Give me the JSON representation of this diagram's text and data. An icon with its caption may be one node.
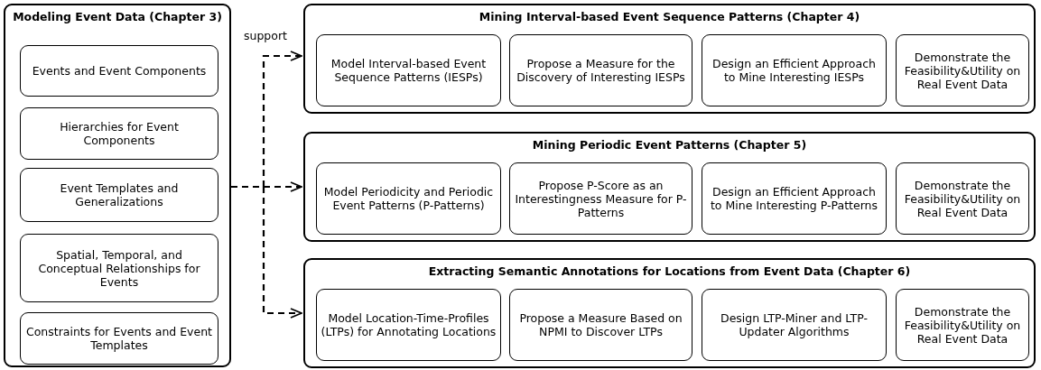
{
  "diagram": {
    "nodes": [
      {
        "text": [
          "Modeling Event Data (Chapter 3)"
        ]
      },
      {
        "text": [
          "Events and Event Components"
        ],
        "in": 0
      },
      {
        "text": [
          "Hierarchies for Event Components"
        ],
        "in": 0
      },
      {
        "text": [
          "Event Templates and Generalizations"
        ],
        "in": 0
      },
      {
        "text": [
          "Spatial, Temporal, and Conceptual Relationships for Events"
        ],
        "in": 0
      },
      {
        "text": [
          "Constraints for Events and Event Templates"
        ],
        "in": 0
      },
      {
        "text": [
          "Mining Interval-based Event Sequence Patterns (Chapter 4)"
        ]
      },
      {
        "text": [
          "Model Interval-based Event Sequence Patterns (IESPs)"
        ],
        "in": 6
      },
      {
        "text": [
          "Propose a Measure for the Discovery of Interesting IESPs"
        ],
        "in": 6
      },
      {
        "text": [
          "Design an Efficient Approach to Mine Interesting IESPs"
        ],
        "in": 6
      },
      {
        "text": [
          "Demonstrate the Feasibility&Utility on Real Event Data"
        ],
        "in": 6
      },
      {
        "text": [
          "Mining Periodic Event Patterns (Chapter 5)"
        ]
      },
      {
        "text": [
          "Model Periodicity and Periodic Event Patterns (P-Patterns)"
        ],
        "in": 11
      },
      {
        "text": [
          "Propose P-Score as an Interestingness Measure for P-Patterns"
        ],
        "in": 11
      },
      {
        "text": [
          "Design an Efficient Approach to Mine Interesting P-Patterns"
        ],
        "in": 11
      },
      {
        "text": [
          "Demonstrate the Feasibility&Utility on Real Event Data"
        ],
        "in": 11
      },
      {
        "text": [
          "Extracting Semantic Annotations for Locations from Event Data (Chapter 6)"
        ]
      },
      {
        "text": [
          "Model Location-Time-Profiles (LTPs) for Annotating Locations"
        ],
        "in": 16
      },
      {
        "text": [
          "Propose a Measure Based on NPMI to Discover LTPs"
        ],
        "in": 16
      },
      {
        "text": [
          "Design LTP-Miner and LTP-Updater Algorithms"
        ],
        "in": 16
      },
      {
        "text": [
          "Demonstrate the Feasibility&Utility on Real Event Data"
        ],
        "in": 16
      }
    ],
    "edges": [
      {
        "from": 0,
        "to": 6,
        "arrow": "to",
        "style": "dashed",
        "label": "support"
      },
      {
        "from": 0,
        "to": 11,
        "arrow": "to",
        "style": "dashed"
      },
      {
        "from": 0,
        "to": 16,
        "arrow": "to",
        "style": "dashed"
      }
    ]
  }
}
